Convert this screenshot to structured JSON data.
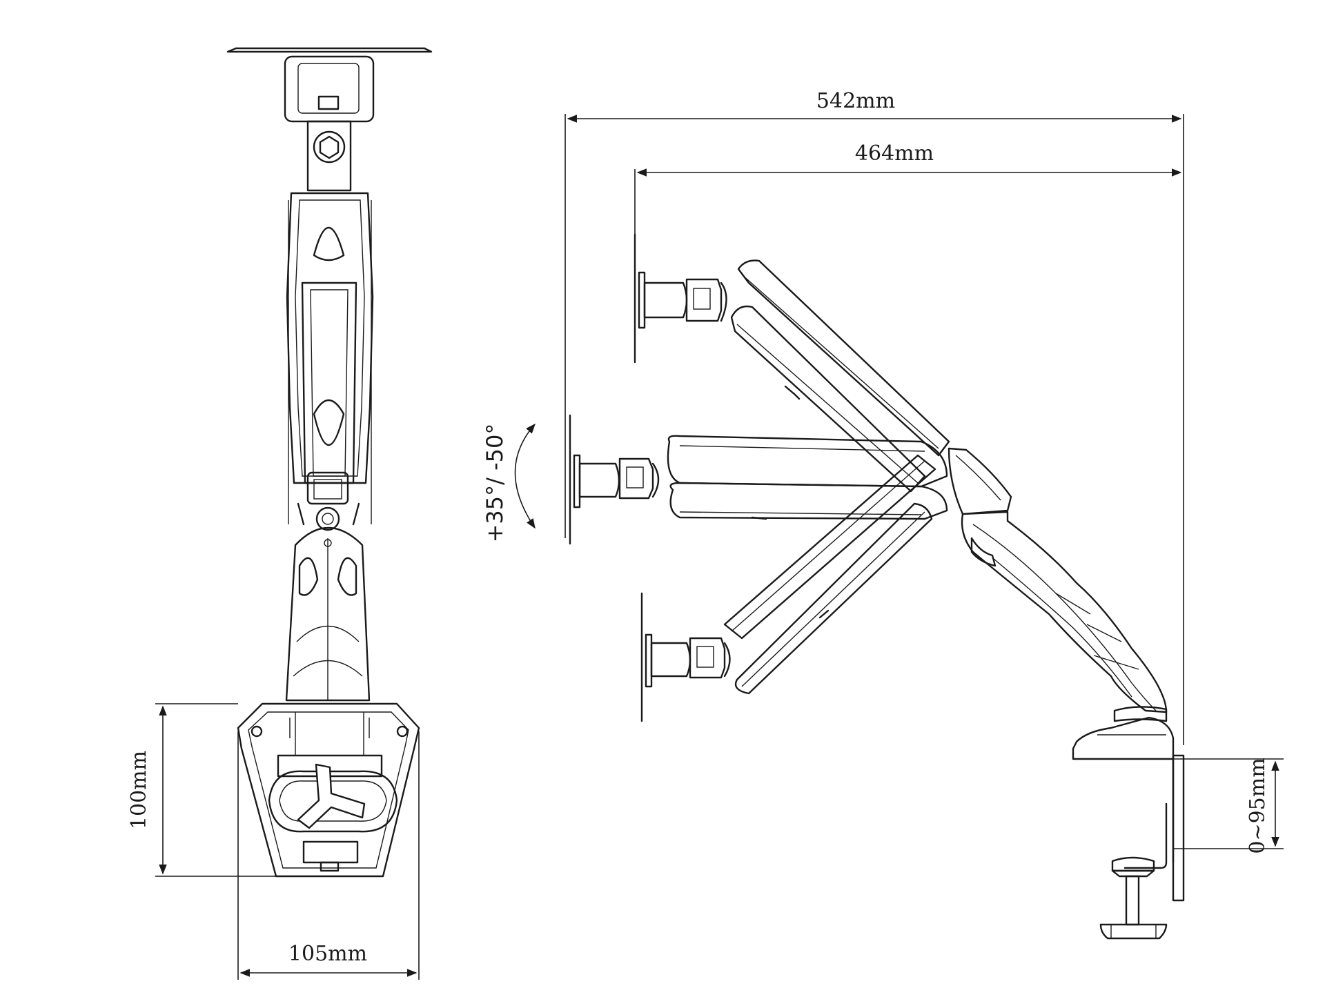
{
  "dimensions": {
    "total_reach": "542mm",
    "arm_reach": "464mm",
    "base_height": "100mm",
    "base_width": "105mm",
    "desk_clamp_range": "0~95mm"
  },
  "tilt": {
    "label": "+35°/ -50°"
  },
  "colors": {
    "line": "#1a1a1a",
    "background": "#ffffff"
  }
}
